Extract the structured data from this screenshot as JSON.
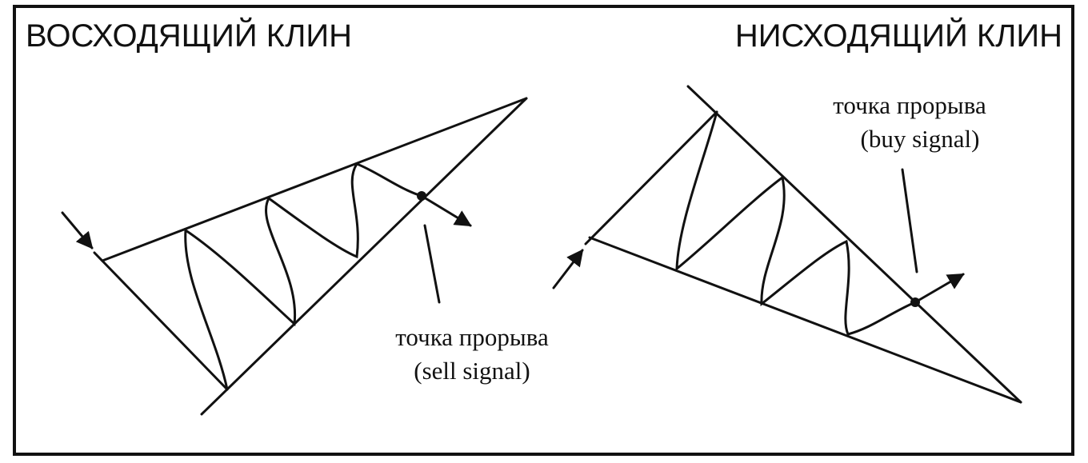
{
  "rising_wedge": {
    "title": "ВОСХОДЯЩИЙ КЛИН",
    "breakout_label_line1": "точка прорыва",
    "breakout_label_line2": "(sell signal)"
  },
  "falling_wedge": {
    "title": "НИСХОДЯЩИЙ КЛИН",
    "breakout_label_line1": "точка прорыва",
    "breakout_label_line2": "(buy signal)"
  },
  "colors": {
    "ink": "#111111",
    "paper": "#ffffff"
  }
}
